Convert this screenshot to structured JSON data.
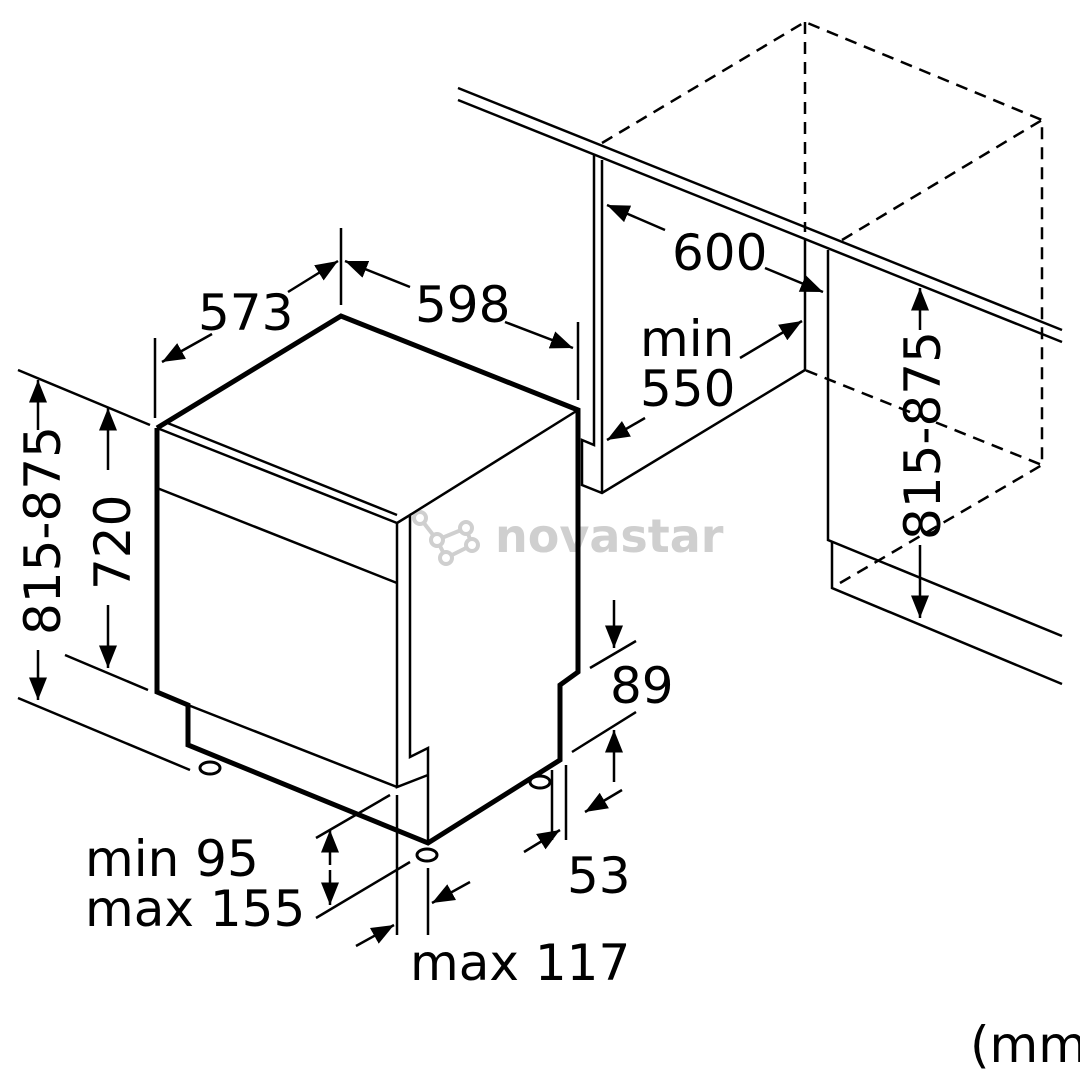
{
  "diagram": {
    "watermark": "novastar",
    "unit_label": "(mm",
    "dimensions": {
      "depth": "573",
      "width": "598",
      "niche_width": "600",
      "niche_min_line1": "min",
      "niche_min_line2": "550",
      "niche_height": "815-875",
      "height_total": "815-875",
      "height_body": "720",
      "plinth_depth": "89",
      "foot_offset": "53",
      "plinth_min": "min 95",
      "plinth_max": "max 155",
      "door_max": "max 117"
    }
  }
}
